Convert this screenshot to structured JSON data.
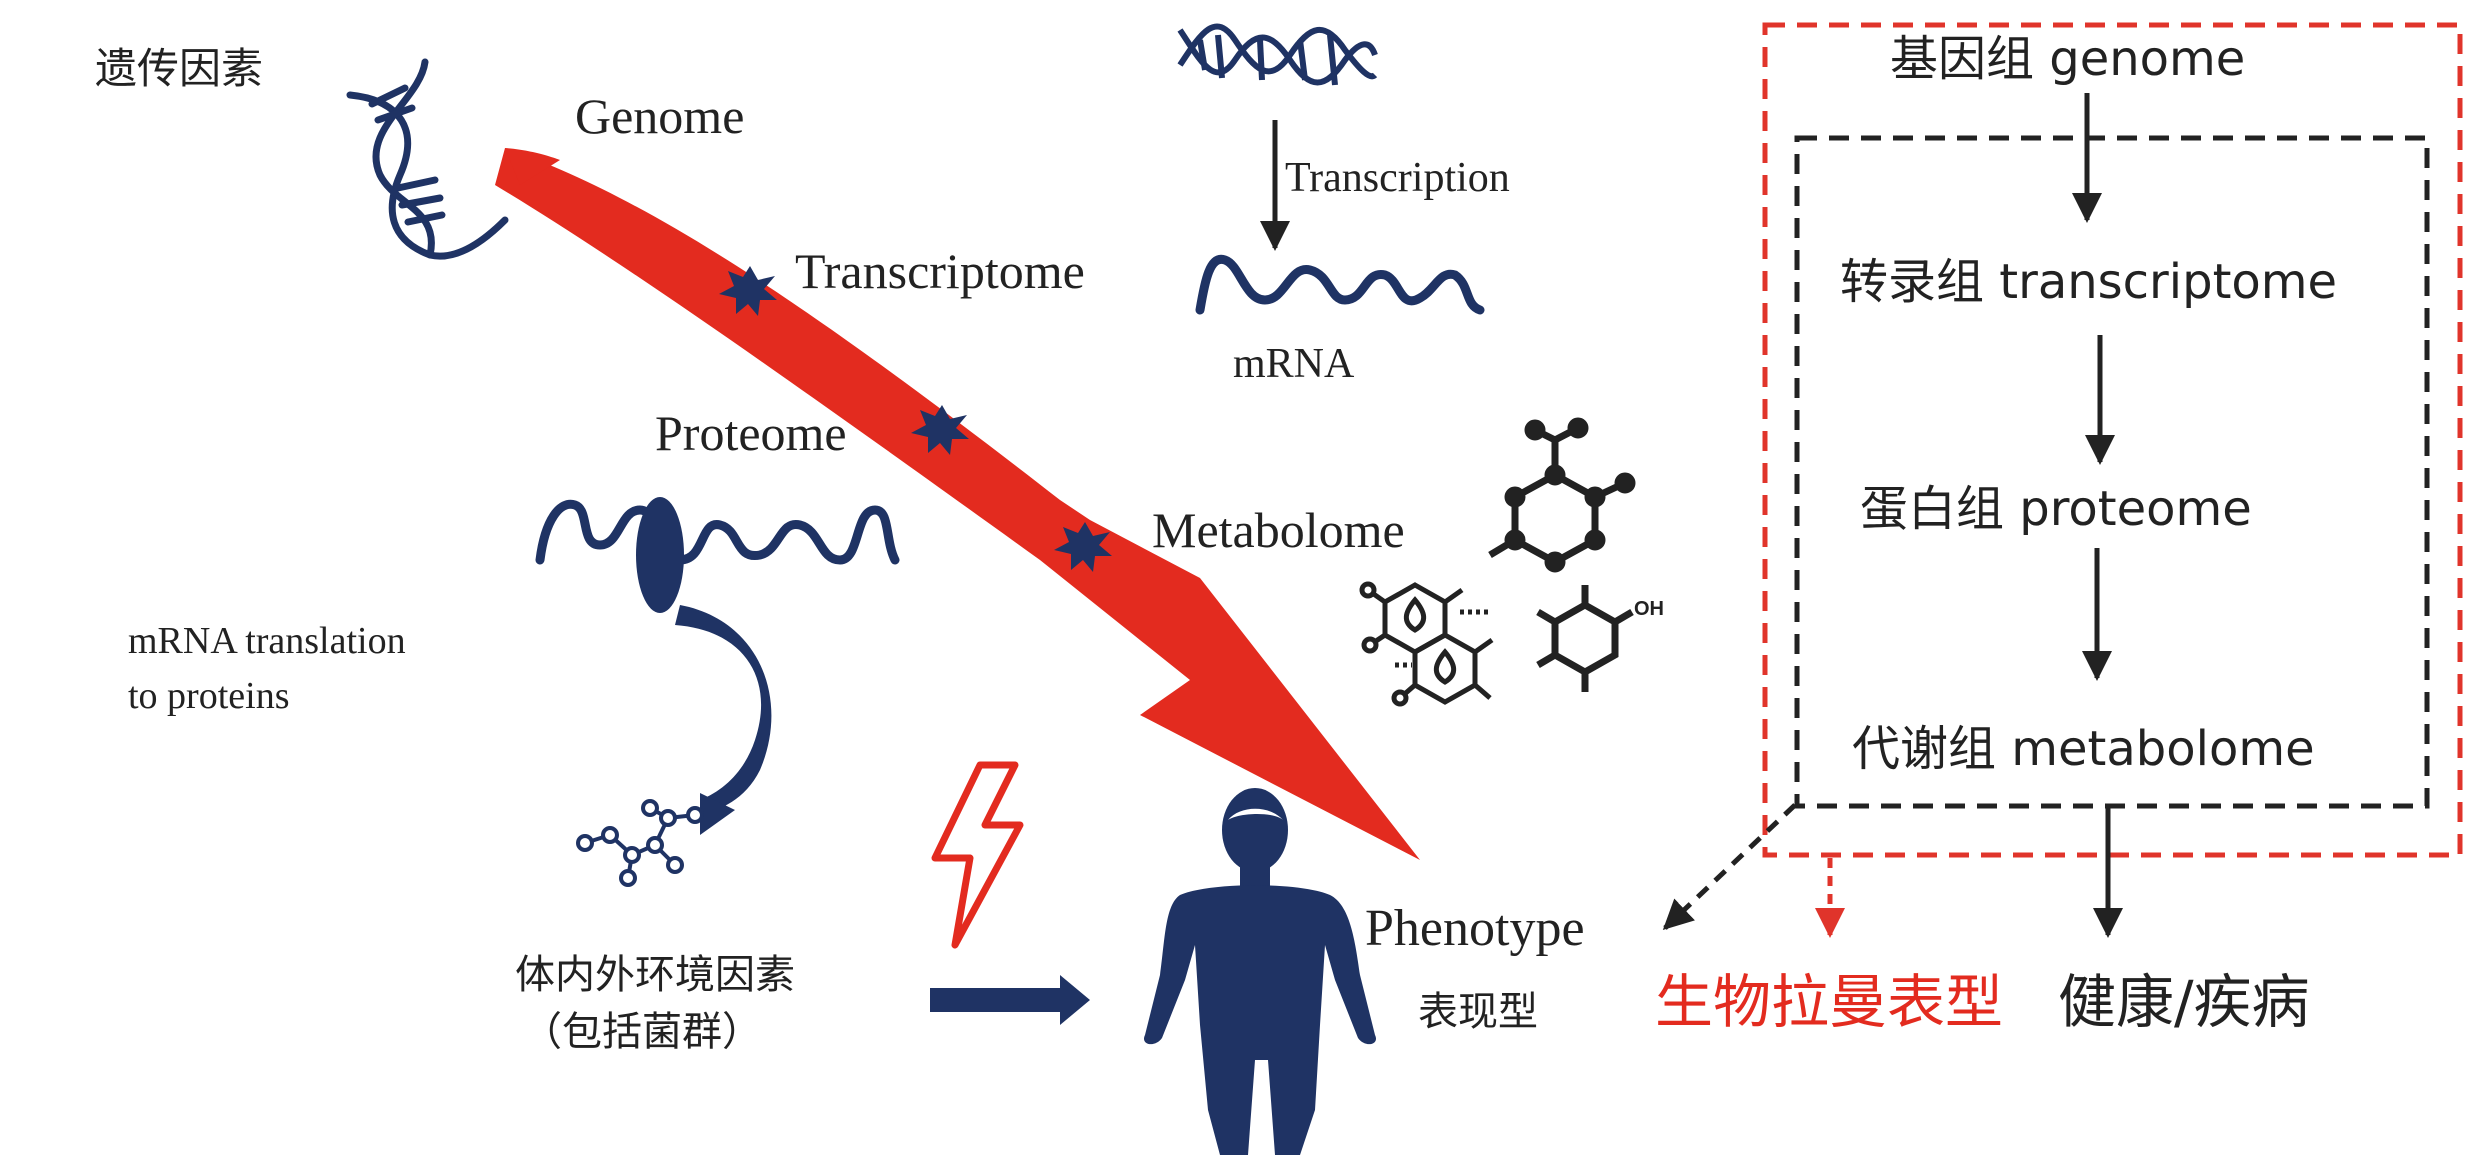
{
  "colors": {
    "navy": "#1f3364",
    "red": "#e32b1f",
    "dark": "#222222",
    "red_dash": "#e0342b"
  },
  "left": {
    "genetic_factors": "遗传因素",
    "genome": "Genome",
    "transcriptome": "Transcriptome",
    "proteome": "Proteome",
    "metabolome": "Metabolome",
    "transcription": "Transcription",
    "mrna": "mRNA",
    "translation_line1": "mRNA translation",
    "translation_line2": "to proteins",
    "env_line1": "体内外环境因素",
    "env_line2": "（包括菌群）",
    "phenotype": "Phenotype",
    "phenotype_cn": "表现型",
    "oh": "OH"
  },
  "right": {
    "genome": "基因组  genome",
    "transcriptome": "转录组  transcriptome",
    "proteome": "蛋白组  proteome",
    "metabolome": "代谢组  metabolome",
    "raman_phenotype": "生物拉曼表型",
    "health_disease": "健康/疾病"
  },
  "icons": [
    "dna-helix-icon",
    "dna-strand-icon",
    "mrna-strand-icon",
    "protein-icon",
    "amino-acid-chain-icon",
    "molecule-icon",
    "lightning-icon",
    "human-body-icon"
  ]
}
